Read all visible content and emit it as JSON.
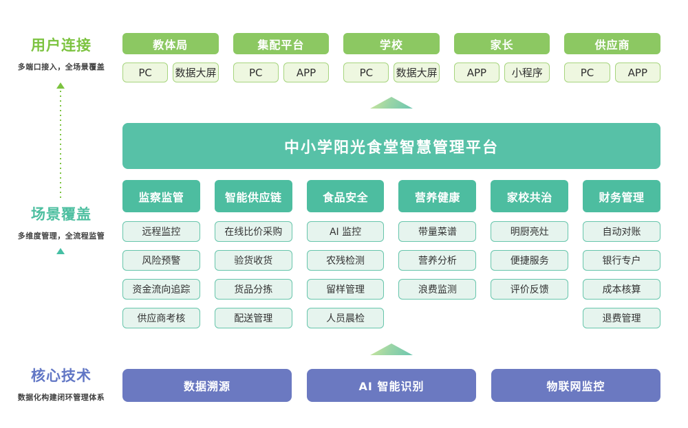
{
  "left_rail": {
    "sections": [
      {
        "title": "用户连接",
        "subtitle": "多端口接入，全场景覆盖",
        "color": "#7cc340"
      },
      {
        "title": "场景覆盖",
        "subtitle": "多维度管理，全流程监管",
        "color": "#4dbfa0"
      },
      {
        "title": "核心技术",
        "subtitle": "数据化构建闭环管理体系",
        "color": "#6277c5"
      }
    ]
  },
  "user_groups": [
    {
      "name": "教体局",
      "devices": [
        "PC",
        "数据大屏"
      ]
    },
    {
      "name": "集配平台",
      "devices": [
        "PC",
        "APP"
      ]
    },
    {
      "name": "学校",
      "devices": [
        "PC",
        "数据大屏"
      ]
    },
    {
      "name": "家长",
      "devices": [
        "APP",
        "小程序"
      ]
    },
    {
      "name": "供应商",
      "devices": [
        "PC",
        "APP"
      ]
    }
  ],
  "platform": {
    "title": "中小学阳光食堂智慧管理平台"
  },
  "scene_columns": [
    {
      "header": "监察监管",
      "items": [
        "远程监控",
        "风险预警",
        "资金流向追踪",
        "供应商考核"
      ]
    },
    {
      "header": "智能供应链",
      "items": [
        "在线比价采购",
        "验货收货",
        "货品分拣",
        "配送管理"
      ]
    },
    {
      "header": "食品安全",
      "items": [
        "AI 监控",
        "农残检测",
        "留样管理",
        "人员晨检"
      ]
    },
    {
      "header": "营养健康",
      "items": [
        "带量菜谱",
        "营养分析",
        "浪费监测"
      ]
    },
    {
      "header": "家校共治",
      "items": [
        "明厨亮灶",
        "便捷服务",
        "评价反馈"
      ]
    },
    {
      "header": "财务管理",
      "items": [
        "自动对账",
        "银行专户",
        "成本核算",
        "退费管理"
      ]
    }
  ],
  "core_tech": {
    "banners": [
      "数据溯源",
      "AI 智能识别",
      "物联网监控"
    ]
  },
  "colors": {
    "green_header": "#8cc862",
    "green_item_bg": "#eef7e0",
    "green_item_border": "#a6d47d",
    "teal_banner": "#57c1a7",
    "teal_header": "#4dbda0",
    "teal_item_bg": "#e6f4ee",
    "teal_item_border": "#66c5ab",
    "purple_banner": "#6b79c1"
  }
}
